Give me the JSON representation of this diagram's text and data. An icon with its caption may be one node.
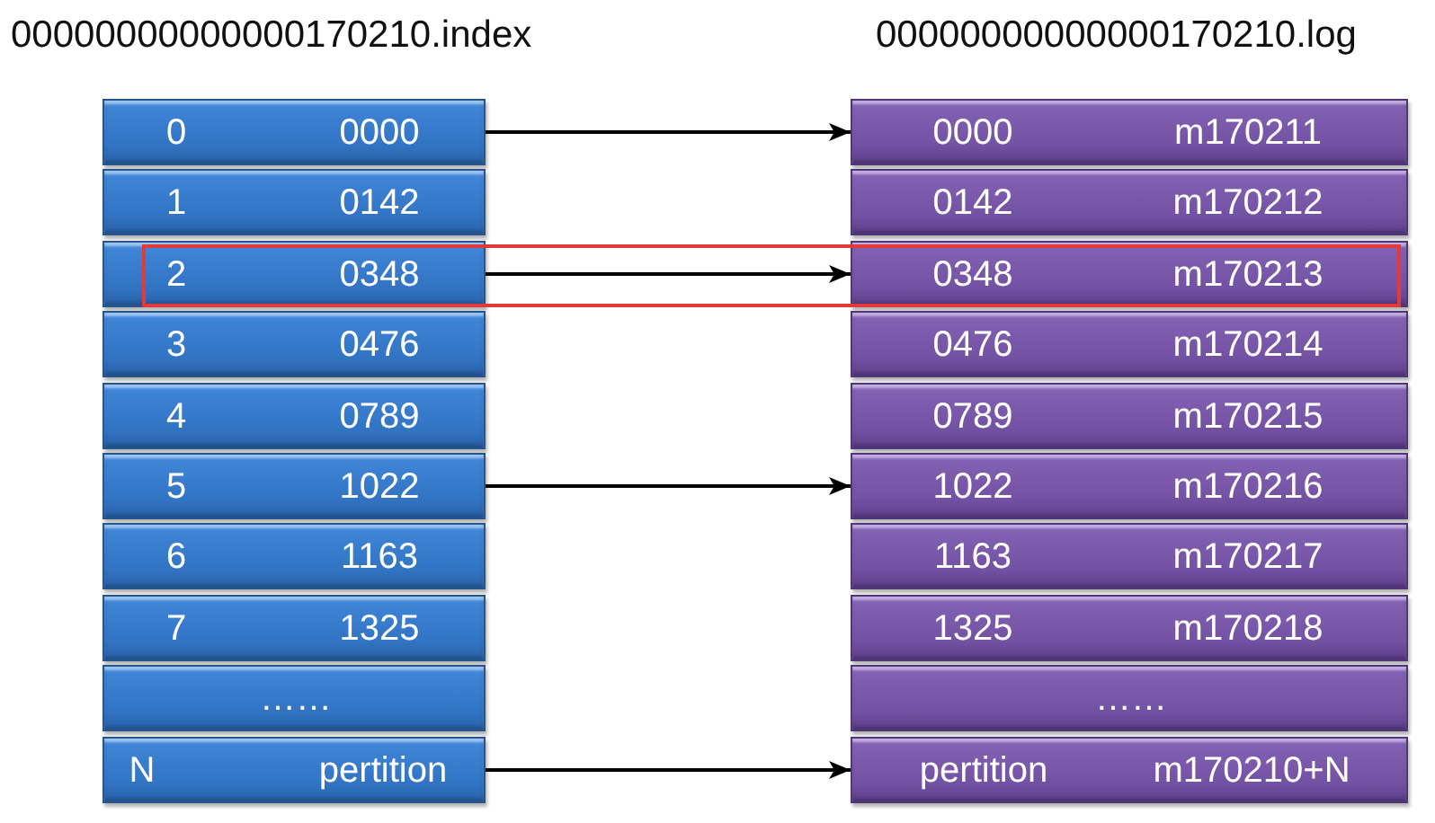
{
  "diagram": {
    "nodes": [
      {
        "text": [
          "0",
          "0000"
        ]
      },
      {
        "text": [
          "1",
          "0142"
        ]
      },
      {
        "text": [
          "2",
          "0348"
        ]
      },
      {
        "text": [
          "3",
          "0476"
        ]
      },
      {
        "text": [
          "4",
          "0789"
        ]
      },
      {
        "text": [
          "5",
          "1022"
        ]
      },
      {
        "text": [
          "6",
          "1163"
        ]
      },
      {
        "text": [
          "7",
          "1325"
        ]
      },
      {
        "text": [
          "……"
        ]
      },
      {
        "text": [
          "N",
          "pertition"
        ]
      },
      {
        "text": [
          "0000",
          "m170211"
        ]
      },
      {
        "text": [
          "0142",
          "m170212"
        ]
      },
      {
        "text": [
          "0348",
          "m170213"
        ]
      },
      {
        "text": [
          "0476",
          "m170214"
        ]
      },
      {
        "text": [
          "0789",
          "m170215"
        ]
      },
      {
        "text": [
          "1022",
          "m170216"
        ]
      },
      {
        "text": [
          "1163",
          "m170217"
        ]
      },
      {
        "text": [
          "1325",
          "m170218"
        ]
      },
      {
        "text": [
          "……"
        ]
      },
      {
        "text": [
          "pertition",
          "m170210+N"
        ]
      }
    ],
    "edges": [
      {
        "from": 0,
        "to": 10,
        "arrow": "to"
      },
      {
        "from": 2,
        "to": 12,
        "arrow": "to"
      },
      {
        "from": 5,
        "to": 15,
        "arrow": "to"
      },
      {
        "from": 9,
        "to": 19,
        "arrow": "to"
      }
    ],
    "labels": [
      "00000000000000170210.index",
      "00000000000000170210.log"
    ]
  }
}
